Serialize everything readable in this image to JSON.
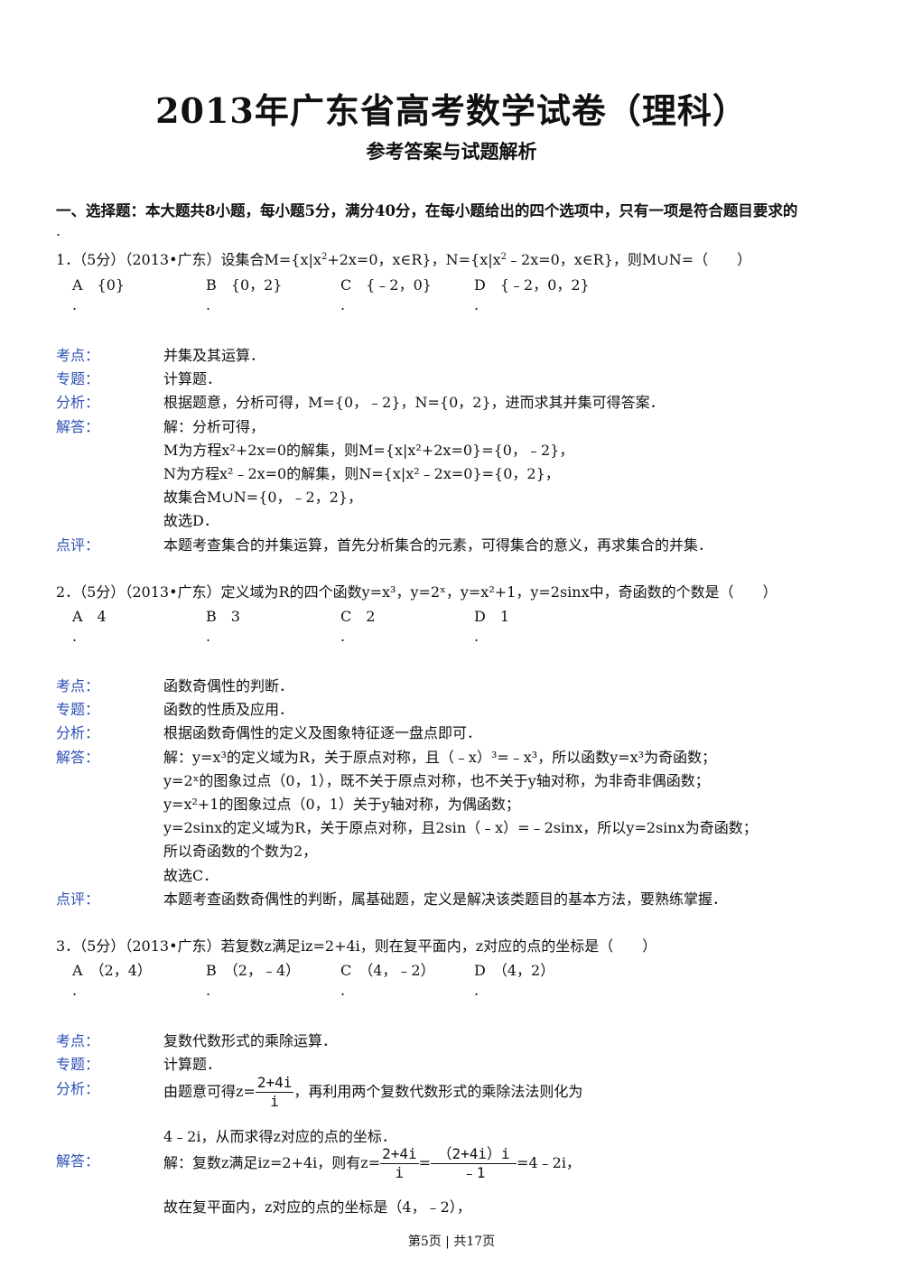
{
  "title": "2013年广东省高考数学试卷（理科）",
  "subtitle": "参考答案与试题解析",
  "section_heading": "一、选择题：本大题共8小题，每小题5分，满分40分，在每小题给出的四个选项中，只有一项是符合题目要求的",
  "section_dot": ".",
  "labels": {
    "kaodian": "考点：",
    "zhuanti": "专题：",
    "fenxi": "分析：",
    "jieda": "解答：",
    "dianping": "点评："
  },
  "option_dot": ".",
  "q1": {
    "stem_pre": "1．（5分）（2013•广东）设集合M={x|x",
    "stem_mid1": "+2x=0，x∈R}，N={x|x",
    "stem_post": "﹣2x=0，x∈R}，则M∪N=（　　）",
    "exp": "2",
    "options": [
      "A　{0}",
      "B　{0，2}",
      "C　{﹣2，0}",
      "D　{﹣2，0，2}"
    ],
    "kaodian": "并集及其运算．",
    "zhuanti": "计算题．",
    "fenxi": "根据题意，分析可得，M={0，﹣2}，N={0，2}，进而求其并集可得答案．",
    "jieda": [
      "解：分析可得，",
      "M为方程x²+2x=0的解集，则M={x|x²+2x=0}={0，﹣2}，",
      "N为方程x²﹣2x=0的解集，则N={x|x²﹣2x=0}={0，2}，",
      "故集合M∪N={0，﹣2，2}，",
      "故选D．"
    ],
    "dianping": "本题考查集合的并集运算，首先分析集合的元素，可得集合的意义，再求集合的并集．"
  },
  "q2": {
    "stem": "2．（5分）（2013•广东）定义域为R的四个函数y=x³，y=2ˣ，y=x²+1，y=2sinx中，奇函数的个数是（　　）",
    "options": [
      "A　4",
      "B　3",
      "C　2",
      "D　1"
    ],
    "kaodian": "函数奇偶性的判断．",
    "zhuanti": "函数的性质及应用．",
    "fenxi": "根据函数奇偶性的定义及图象特征逐一盘点即可．",
    "jieda": [
      "解：y=x³的定义域为R，关于原点对称，且（﹣x）³=﹣x³，所以函数y=x³为奇函数；",
      "y=2ˣ的图象过点（0，1），既不关于原点对称，也不关于y轴对称，为非奇非偶函数；",
      "y=x²+1的图象过点（0，1）关于y轴对称，为偶函数；",
      "y=2sinx的定义域为R，关于原点对称，且2sin（﹣x）=﹣2sinx，所以y=2sinx为奇函数；",
      "所以奇函数的个数为2，",
      "故选C．"
    ],
    "dianping": "本题考查函数奇偶性的判断，属基础题，定义是解决该类题目的基本方法，要熟练掌握．"
  },
  "q3": {
    "stem": "3．（5分）（2013•广东）若复数z满足iz=2+4i，则在复平面内，z对应的点的坐标是（　　）",
    "options": [
      "A　（2，4）",
      "B　（2，﹣4）",
      "C　（4，﹣2）",
      "D　（4，2）"
    ],
    "kaodian": "复数代数形式的乘除运算．",
    "zhuanti": "计算题．",
    "fenxi_pre": "由题意可得z=",
    "fenxi_frac_num": "2+4i",
    "fenxi_frac_den": "i",
    "fenxi_post": "，再利用两个复数代数形式的乘除法法则化为",
    "fenxi_line2": "4﹣2i，从而求得z对应的点的坐标．",
    "jieda_pre": "解：复数z满足iz=2+4i，则有z=",
    "jieda_f1_num": "2+4i",
    "jieda_f1_den": "i",
    "jieda_eq": "=",
    "jieda_f2_num": "（2+4i）i",
    "jieda_f2_den": "﹣1",
    "jieda_post": "=4﹣2i，",
    "jieda_line2": "故在复平面内，z对应的点的坐标是（4，﹣2），"
  },
  "footer": "第5页 | 共17页"
}
